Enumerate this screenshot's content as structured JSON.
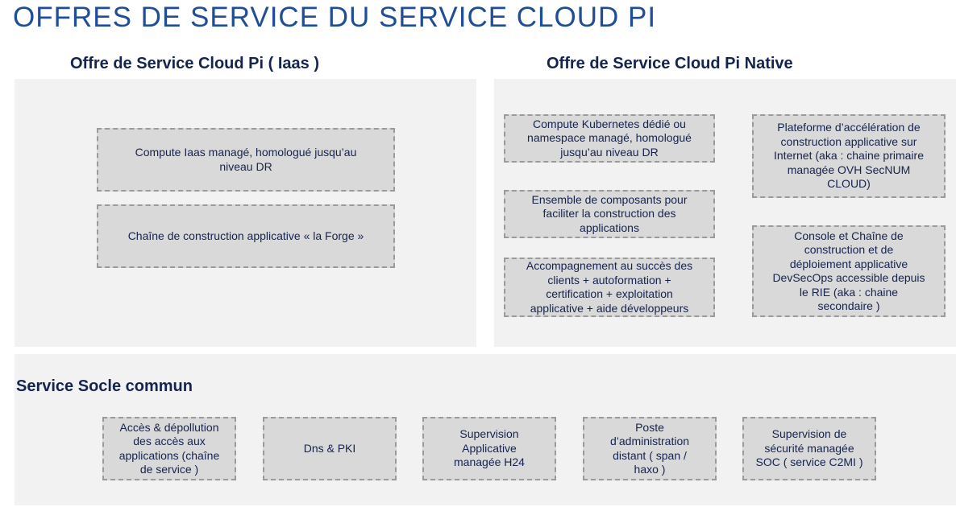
{
  "page_title": "OFFRES DE SERVICE DU SERVICE CLOUD PI",
  "iaas": {
    "title": "Offre de Service Cloud Pi ( Iaas )",
    "boxes": [
      "Compute Iaas managé, homologué jusqu’au\nniveau DR",
      "Chaîne de construction applicative « la Forge »"
    ]
  },
  "native": {
    "title": "Offre de Service Cloud Pi Native",
    "left_boxes": [
      "Compute Kubernetes dédié ou\nnamespace managé, homologué\njusqu’au niveau DR",
      "Ensemble de composants pour\nfaciliter la construction des\napplications",
      "Accompagnement au succès des\nclients + autoformation +\ncertification  + exploitation\napplicative + aide développeurs"
    ],
    "right_boxes": [
      "Plateforme d’accélération de\nconstruction applicative sur\nInternet (aka : chaine primaire\nmanagée OVH SecNUM\nCLOUD)",
      "Console et Chaîne de\nconstruction et de\ndéploiement applicative\nDevSecOps accessible depuis\nle RIE (aka : chaine\nsecondaire )"
    ]
  },
  "socle": {
    "title": "Service Socle commun",
    "boxes": [
      "Accès & dépollution\ndes accès aux\napplications (chaîne\nde service )",
      "Dns & PKI",
      "Supervision\nApplicative\nmanagée H24",
      "Poste\nd’administration\ndistant ( span /\nhaxo )",
      "Supervision de\nsécurité managée\nSOC ( service C2MI )"
    ]
  },
  "colors": {
    "title": "#1f4e96",
    "heading": "#15234f",
    "panel_bg": "#f2f2f2",
    "box_bg": "#d9d9d9",
    "box_border": "#9a9a9a"
  }
}
